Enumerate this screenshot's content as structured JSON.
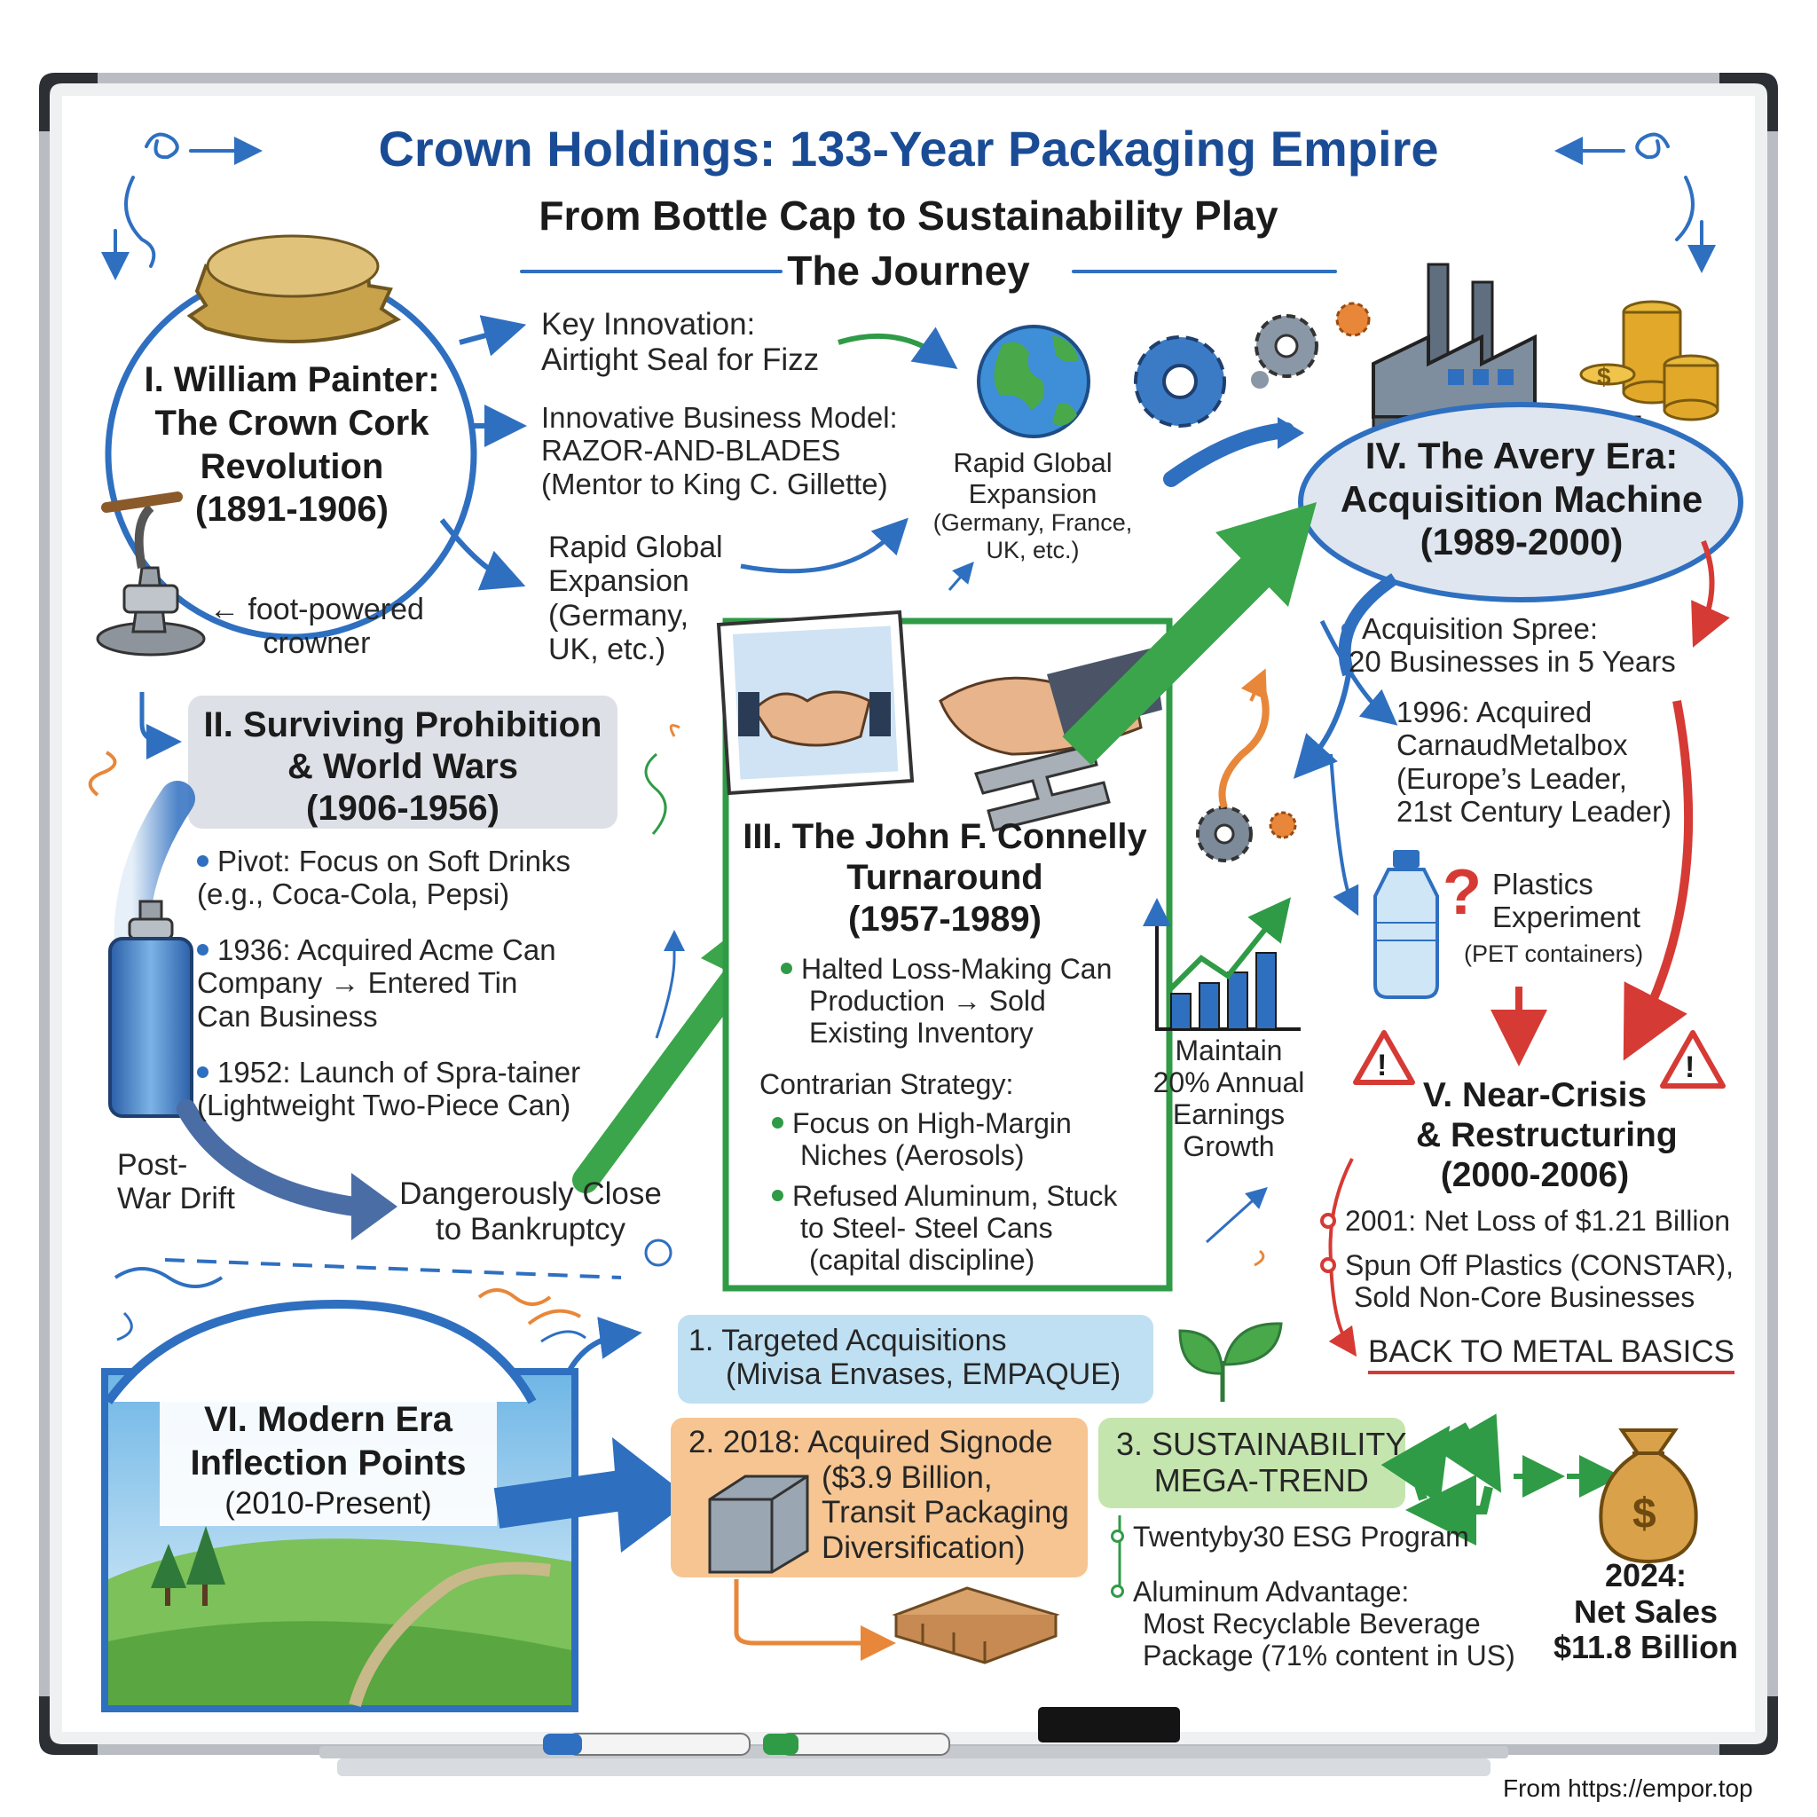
{
  "title": "Crown Holdings: 133-Year Packaging Empire",
  "subtitle": "From Bottle Cap to Sustainability Play",
  "journey_label": "The Journey",
  "section1": {
    "heading_lines": [
      "I. William Painter:",
      "The Crown Cork",
      "Revolution",
      "(1891-1906)"
    ],
    "crowner_label_lines": [
      "← foot-powered",
      "crowner"
    ],
    "key_innovation_lines": [
      "Key Innovation:",
      "Airtight Seal for Fizz"
    ],
    "business_model_lines": [
      "Innovative Business Model:",
      "RAZOR-AND-BLADES",
      "(Mentor to King C. Gillette)"
    ],
    "expansion_left_lines": [
      "Rapid Global",
      "Expansion",
      "(Germany,",
      "UK, etc.)"
    ],
    "expansion_right_lines": [
      "Rapid Global",
      "Expansion",
      "(Germany, France,",
      "UK, etc.)"
    ]
  },
  "section2": {
    "heading_lines": [
      "II. Surviving Prohibition",
      "& World Wars",
      "(1906-1956)"
    ],
    "bullets": [
      [
        "Pivot: Focus on Soft Drinks",
        "(e.g., Coca-Cola, Pepsi)"
      ],
      [
        "1936: Acquired Acme Can",
        "Company → Entered Tin",
        "Can Business"
      ],
      [
        "1952: Launch of Spra-tainer",
        "(Lightweight Two-Piece Can)"
      ]
    ],
    "post_war_lines": [
      "Post-",
      "War Drift"
    ],
    "bankruptcy_lines": [
      "Dangerously Close",
      "to Bankruptcy"
    ]
  },
  "section3": {
    "heading_lines": [
      "III. The John F. Connelly",
      "Turnaround",
      "(1957-1989)"
    ],
    "bullet1_lines": [
      "Halted Loss-Making Can",
      "Production → Sold",
      "Existing Inventory"
    ],
    "contrarian_label": "Contrarian Strategy:",
    "bullet2_lines": [
      "Focus on High-Margin",
      "Niches (Aerosols)"
    ],
    "bullet3_lines": [
      "Refused Aluminum, Stuck",
      "to Steel- Steel Cans",
      "(capital discipline)"
    ],
    "growth_lines": [
      "Maintain",
      "20% Annual",
      "Earnings",
      "Growth"
    ]
  },
  "section4": {
    "heading_lines": [
      "IV. The Avery Era:",
      "Acquisition Machine",
      "(1989-2000)"
    ],
    "bullet1_lines": [
      "Acquisition Spree:",
      "20 Businesses in 5 Years"
    ],
    "bullet2_lines": [
      "1996: Acquired",
      "CarnaudMetalbox",
      "(Europe’s Leader,",
      "21st Century Leader)"
    ],
    "plastics_lines": [
      "Plastics",
      "Experiment"
    ],
    "plastics_note": "(PET containers)"
  },
  "section5": {
    "heading_lines": [
      "V. Near-Crisis",
      "& Restructuring",
      "(2000-2006)"
    ],
    "bullet1": "2001: Net Loss of $1.21 Billion",
    "bullet2_lines": [
      "Spun Off Plastics (CONSTAR),",
      "Sold Non-Core Businesses"
    ],
    "basics": "BACK TO METAL BASICS"
  },
  "section6": {
    "heading_lines": [
      "VI. Modern Era",
      "Inflection Points",
      "(2010-Present)"
    ],
    "item1_lines": [
      "1. Targeted Acquisitions",
      "(Mivisa Envases, EMPAQUE)"
    ],
    "item2_lines": [
      "2. 2018: Acquired Signode",
      "($3.9 Billion,",
      "Transit Packaging",
      "Diversification)"
    ],
    "item3_lines": [
      "3. SUSTAINABILITY",
      "MEGA-TREND"
    ],
    "esg": "Twentyby30 ESG Program",
    "aluminum_lines": [
      "Aluminum Advantage:",
      "Most Recyclable Beverage",
      "Package (71% content in US)"
    ],
    "sales_lines": [
      "2024:",
      "Net Sales",
      "$11.8 Billion"
    ]
  },
  "footer": "From https://empor.top",
  "colors": {
    "title": "#1a4c96",
    "blue": "#2f6fc0",
    "green": "#2f9b46",
    "red": "#d63a34",
    "orange": "#e8873a",
    "gray_box": "#dde0e6",
    "blue_box": "#bfe0f2",
    "orange_box": "#f6c592",
    "green_box": "#c5e5ae"
  },
  "icons": [
    "bottle-cap-icon",
    "crowner-machine-icon",
    "globe-icon",
    "gear-icon",
    "factory-icon",
    "coin-stack-icon",
    "spray-can-icon",
    "handshake-photo-icon",
    "steel-beam-icon",
    "bar-chart-icon",
    "plastic-bottle-icon",
    "question-mark-icon",
    "warning-icon",
    "leaf-icon",
    "recycle-icon",
    "money-bag-icon",
    "landscape-icon",
    "box-icon",
    "pallet-icon",
    "marker-icon",
    "eraser-icon"
  ]
}
